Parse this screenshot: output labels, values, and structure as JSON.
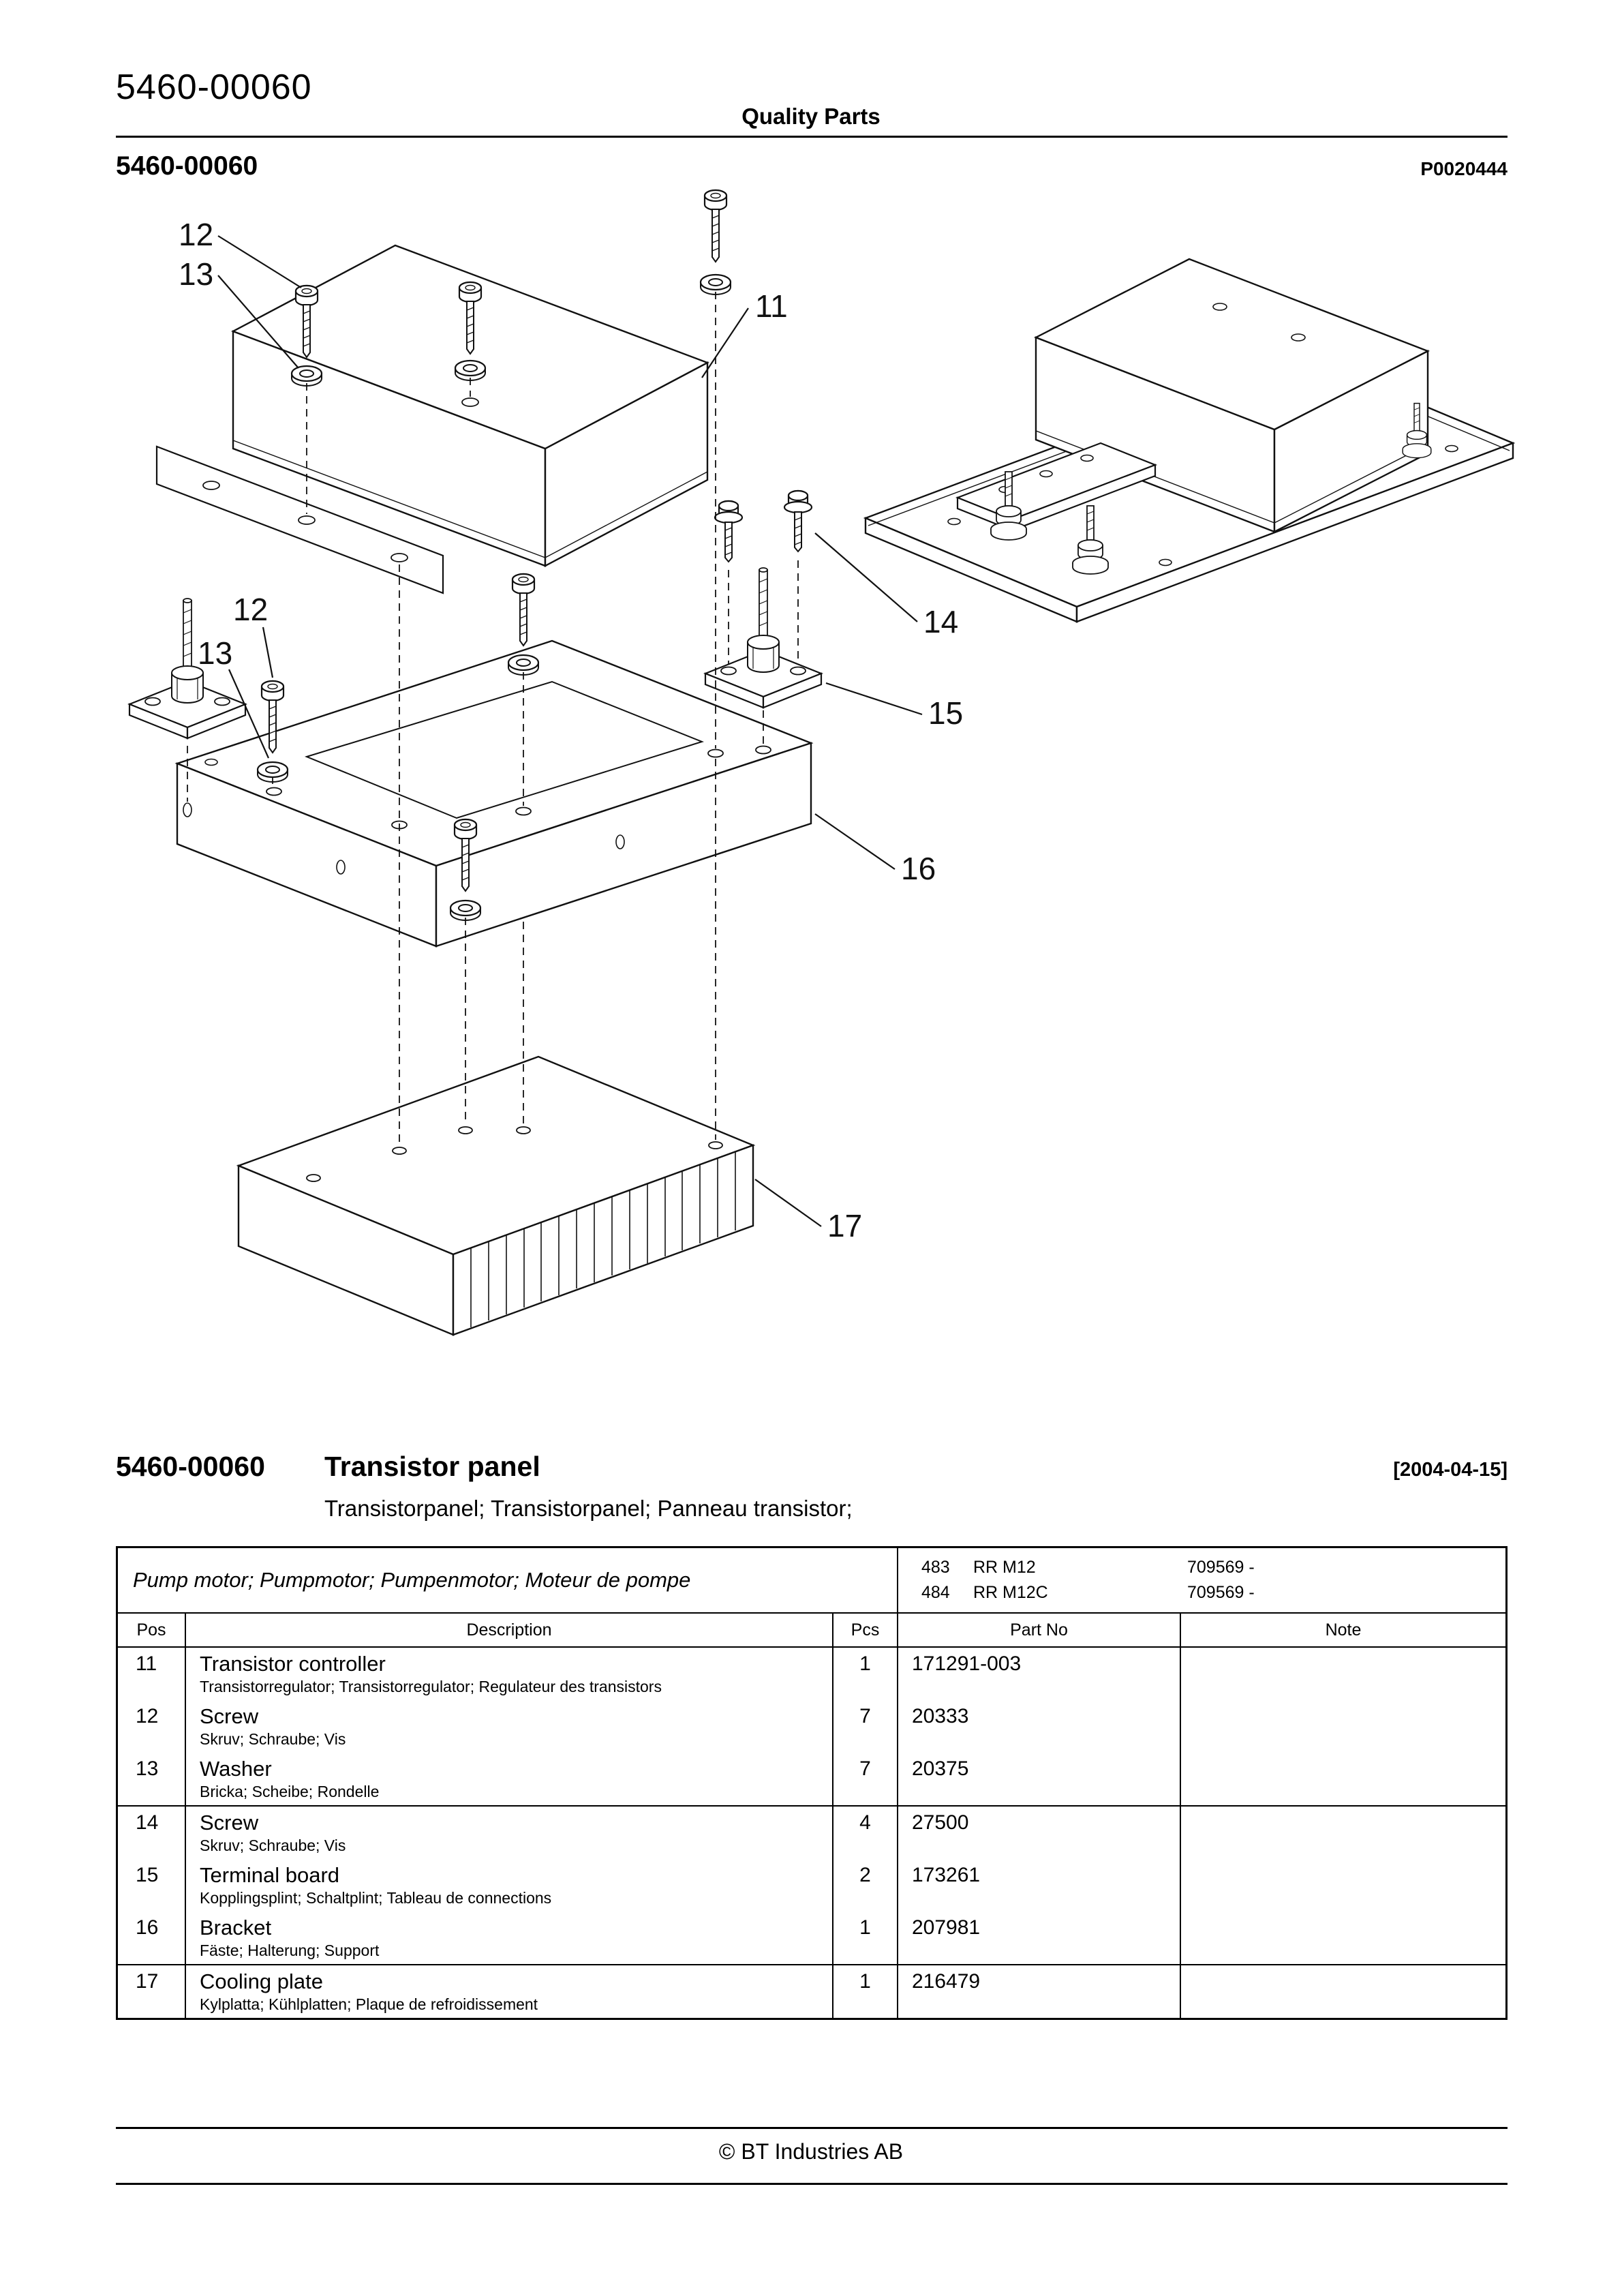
{
  "header": {
    "doc_number": "5460-00060",
    "center": "Quality Parts",
    "figure_number": "5460-00060",
    "figure_ref": "P0020444"
  },
  "diagram": {
    "callouts": {
      "c11": "11",
      "c12": "12",
      "c13": "13",
      "c14": "14",
      "c15": "15",
      "c16": "16",
      "c17": "17"
    }
  },
  "title_block": {
    "number": "5460-00060",
    "title": "Transistor panel",
    "date": "[2004-04-15]",
    "subtitle": "Transistorpanel; Transistorpanel; Panneau transistor;"
  },
  "parts_table": {
    "usage": "Pump motor; Pumpmotor; Pumpenmotor; Moteur de pompe",
    "models": [
      {
        "code": "483",
        "name": "RR M12",
        "serial": "709569 -"
      },
      {
        "code": "484",
        "name": "RR M12C",
        "serial": "709569 -"
      }
    ],
    "headers": {
      "pos": "Pos",
      "description": "Description",
      "pcs": "Pcs",
      "part_no": "Part No",
      "note": "Note"
    },
    "groups": [
      {
        "rows": [
          {
            "pos": "11",
            "description": "Transistor controller",
            "description_alt": "Transistorregulator; Transistorregulator; Regulateur des transistors",
            "pcs": "1",
            "part_no": "171291-003",
            "note": ""
          },
          {
            "pos": "12",
            "description": "Screw",
            "description_alt": "Skruv; Schraube; Vis",
            "pcs": "7",
            "part_no": "20333",
            "note": ""
          },
          {
            "pos": "13",
            "description": "Washer",
            "description_alt": "Bricka; Scheibe; Rondelle",
            "pcs": "7",
            "part_no": "20375",
            "note": ""
          }
        ]
      },
      {
        "rows": [
          {
            "pos": "14",
            "description": "Screw",
            "description_alt": "Skruv; Schraube; Vis",
            "pcs": "4",
            "part_no": "27500",
            "note": ""
          },
          {
            "pos": "15",
            "description": "Terminal board",
            "description_alt": "Kopplingsplint; Schaltplint; Tableau de connections",
            "pcs": "2",
            "part_no": "173261",
            "note": ""
          },
          {
            "pos": "16",
            "description": "Bracket",
            "description_alt": "Fäste; Halterung; Support",
            "pcs": "1",
            "part_no": "207981",
            "note": ""
          }
        ]
      },
      {
        "rows": [
          {
            "pos": "17",
            "description": "Cooling plate",
            "description_alt": "Kylplatta; Kühlplatten; Plaque de refroidissement",
            "pcs": "1",
            "part_no": "216479",
            "note": ""
          }
        ]
      }
    ]
  },
  "footer": {
    "copyright": "© BT Industries AB"
  }
}
